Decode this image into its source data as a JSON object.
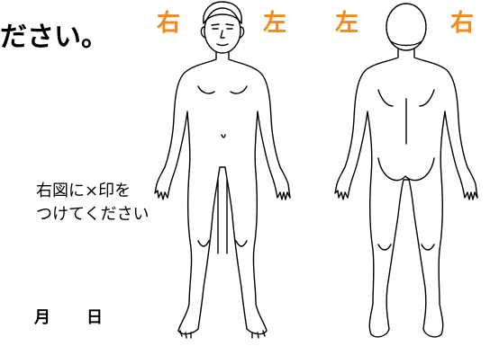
{
  "heading": {
    "fragment": "ださい。"
  },
  "front_view": {
    "right_label": "右",
    "left_label": "左"
  },
  "back_view": {
    "left_label": "左",
    "right_label": "右"
  },
  "instruction": {
    "line1": "右図に×印を",
    "line2": "つけてください"
  },
  "date": {
    "month_label": "月",
    "day_label": "日"
  },
  "colors": {
    "side_label": "#f28a1e",
    "outline": "#000000"
  }
}
